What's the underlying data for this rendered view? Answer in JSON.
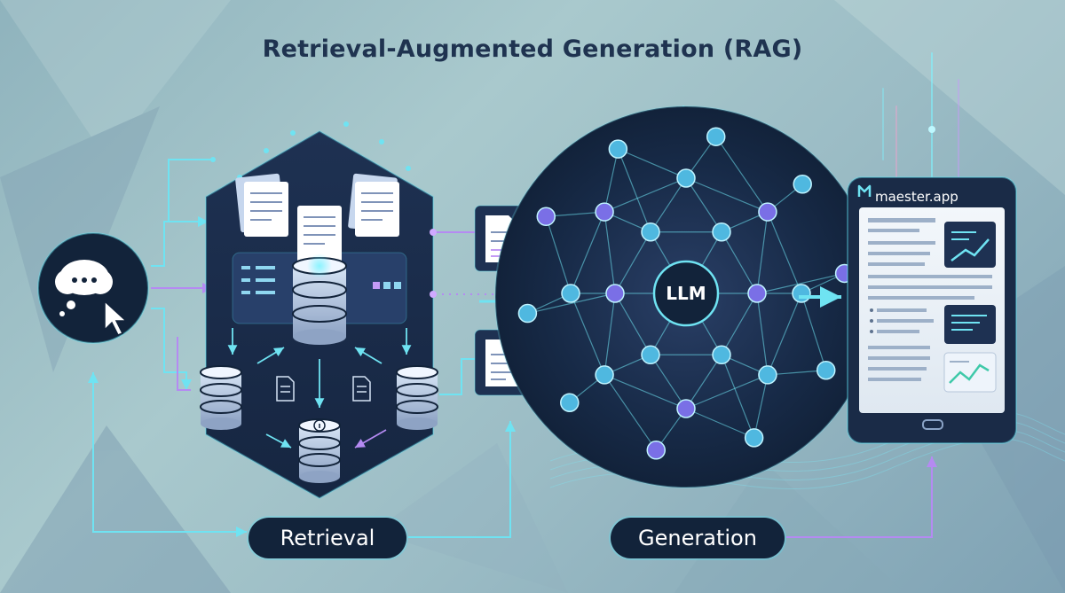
{
  "title": "Retrieval-Augmented Generation (RAG)",
  "labels": {
    "retrieval": "Retrieval",
    "generation": "Generation",
    "llm": "LLM"
  },
  "app": {
    "name": "maester.app"
  },
  "icons": {
    "query": "thought-bubble-icon",
    "cursor": "cursor-icon",
    "documents": "document-icon",
    "database": "database-icon",
    "info": "info-icon",
    "chart": "trend-chart-icon"
  },
  "colors": {
    "dark": "#12233a",
    "accent_cyan": "#5fe0f0",
    "accent_purple": "#b07cf0",
    "title": "#1f3350"
  }
}
